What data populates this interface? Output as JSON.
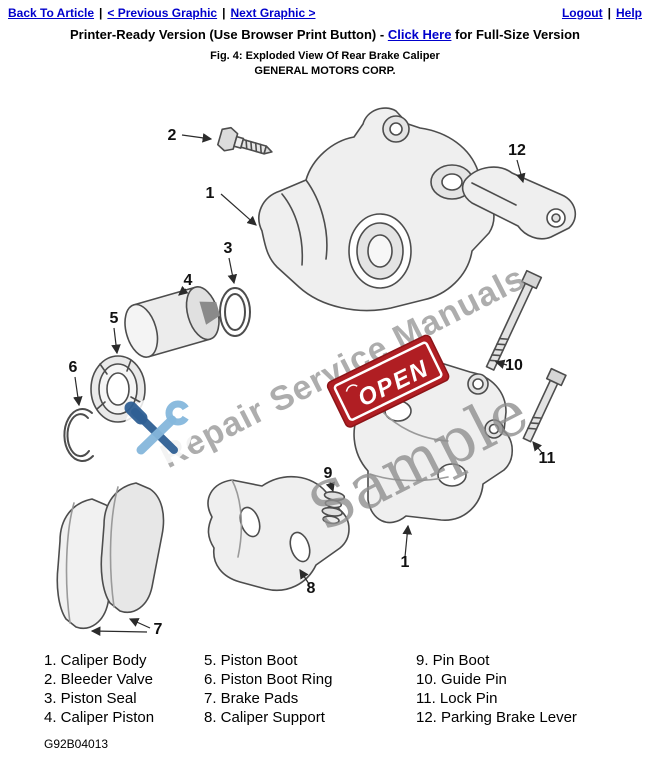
{
  "nav": {
    "back_to_article": "Back To Article",
    "previous_graphic": "< Previous Graphic",
    "next_graphic": "Next Graphic >",
    "logout": "Logout",
    "help": "Help",
    "separator": "|"
  },
  "header": {
    "printer_ready_prefix": "Printer-Ready Version (Use Browser Print Button) - ",
    "click_here_label": "Click Here",
    "printer_ready_suffix": " for Full-Size Version",
    "figure_caption": "Fig. 4: Exploded View Of Rear Brake Caliper",
    "company": "GENERAL MOTORS CORP."
  },
  "diagram": {
    "watermark_text": "Repair Service Manuals",
    "watermark_sample": "Sample",
    "open_sign_text": "OPEN",
    "callouts": {
      "caliper_body_top": "1",
      "bleeder_valve": "2",
      "piston_seal": "3",
      "caliper_piston": "4",
      "piston_boot": "5",
      "piston_boot_ring": "6",
      "brake_pads": "7",
      "caliper_support": "8",
      "pin_boot": "9",
      "guide_pin": "10",
      "lock_pin": "11",
      "parking_brake_lever": "12",
      "caliper_body_bottom": "1"
    }
  },
  "legend": {
    "col1": [
      "1. Caliper Body",
      "2. Bleeder Valve",
      "3. Piston Seal",
      "4. Caliper Piston"
    ],
    "col2": [
      "5. Piston Boot",
      "6. Piston Boot Ring",
      "7. Brake Pads",
      "8. Caliper Support"
    ],
    "col3": [
      "9. Pin Boot",
      "10. Guide Pin",
      "11. Lock Pin",
      "12. Parking Brake Lever"
    ]
  },
  "footer": {
    "figure_id": "G92B04013"
  },
  "colors": {
    "link_blue": "#0000cc",
    "watermark_gray": "#969696",
    "open_sign_red": "#b01e23",
    "tool_blue": "#6fa9d4",
    "line_gray": "#4d4d4d"
  }
}
